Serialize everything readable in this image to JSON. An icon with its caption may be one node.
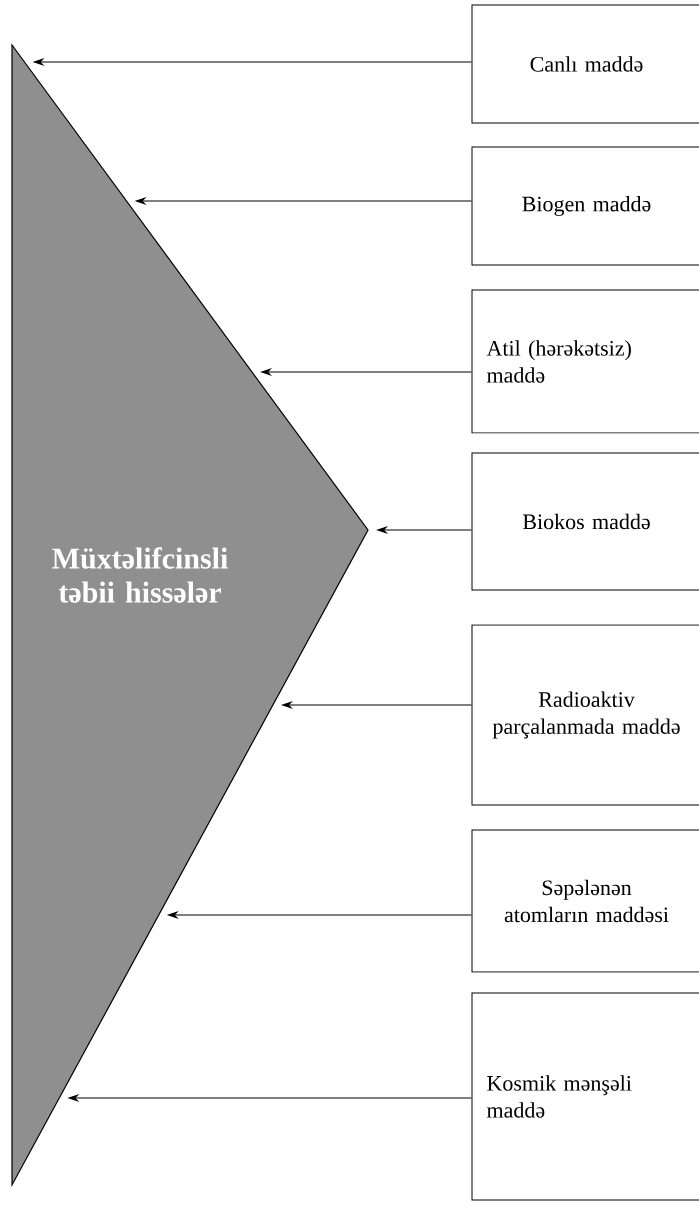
{
  "diagram": {
    "nodes": [
      {
        "text": [
          "Müxtəlifcinsli təbii hissələr"
        ]
      },
      {
        "text": [
          "Canlı maddə"
        ]
      },
      {
        "text": [
          "Biogen maddə"
        ]
      },
      {
        "text": [
          "Atil (hərəkətsiz) maddə"
        ]
      },
      {
        "text": [
          "Biokos maddə"
        ]
      },
      {
        "text": [
          "Radioaktiv parçalanmada maddə"
        ]
      },
      {
        "text": [
          "Səpələnən atomların maddəsi"
        ]
      },
      {
        "text": [
          "Kosmik mənşəli maddə"
        ]
      }
    ],
    "edges": [
      {
        "from": 1,
        "to": 0,
        "arrow": "to"
      },
      {
        "from": 2,
        "to": 0,
        "arrow": "to"
      },
      {
        "from": 3,
        "to": 0,
        "arrow": "to"
      },
      {
        "from": 4,
        "to": 0,
        "arrow": "to"
      },
      {
        "from": 5,
        "to": 0,
        "arrow": "to"
      },
      {
        "from": 6,
        "to": 0,
        "arrow": "to"
      },
      {
        "from": 7,
        "to": 0,
        "arrow": "to"
      }
    ]
  }
}
